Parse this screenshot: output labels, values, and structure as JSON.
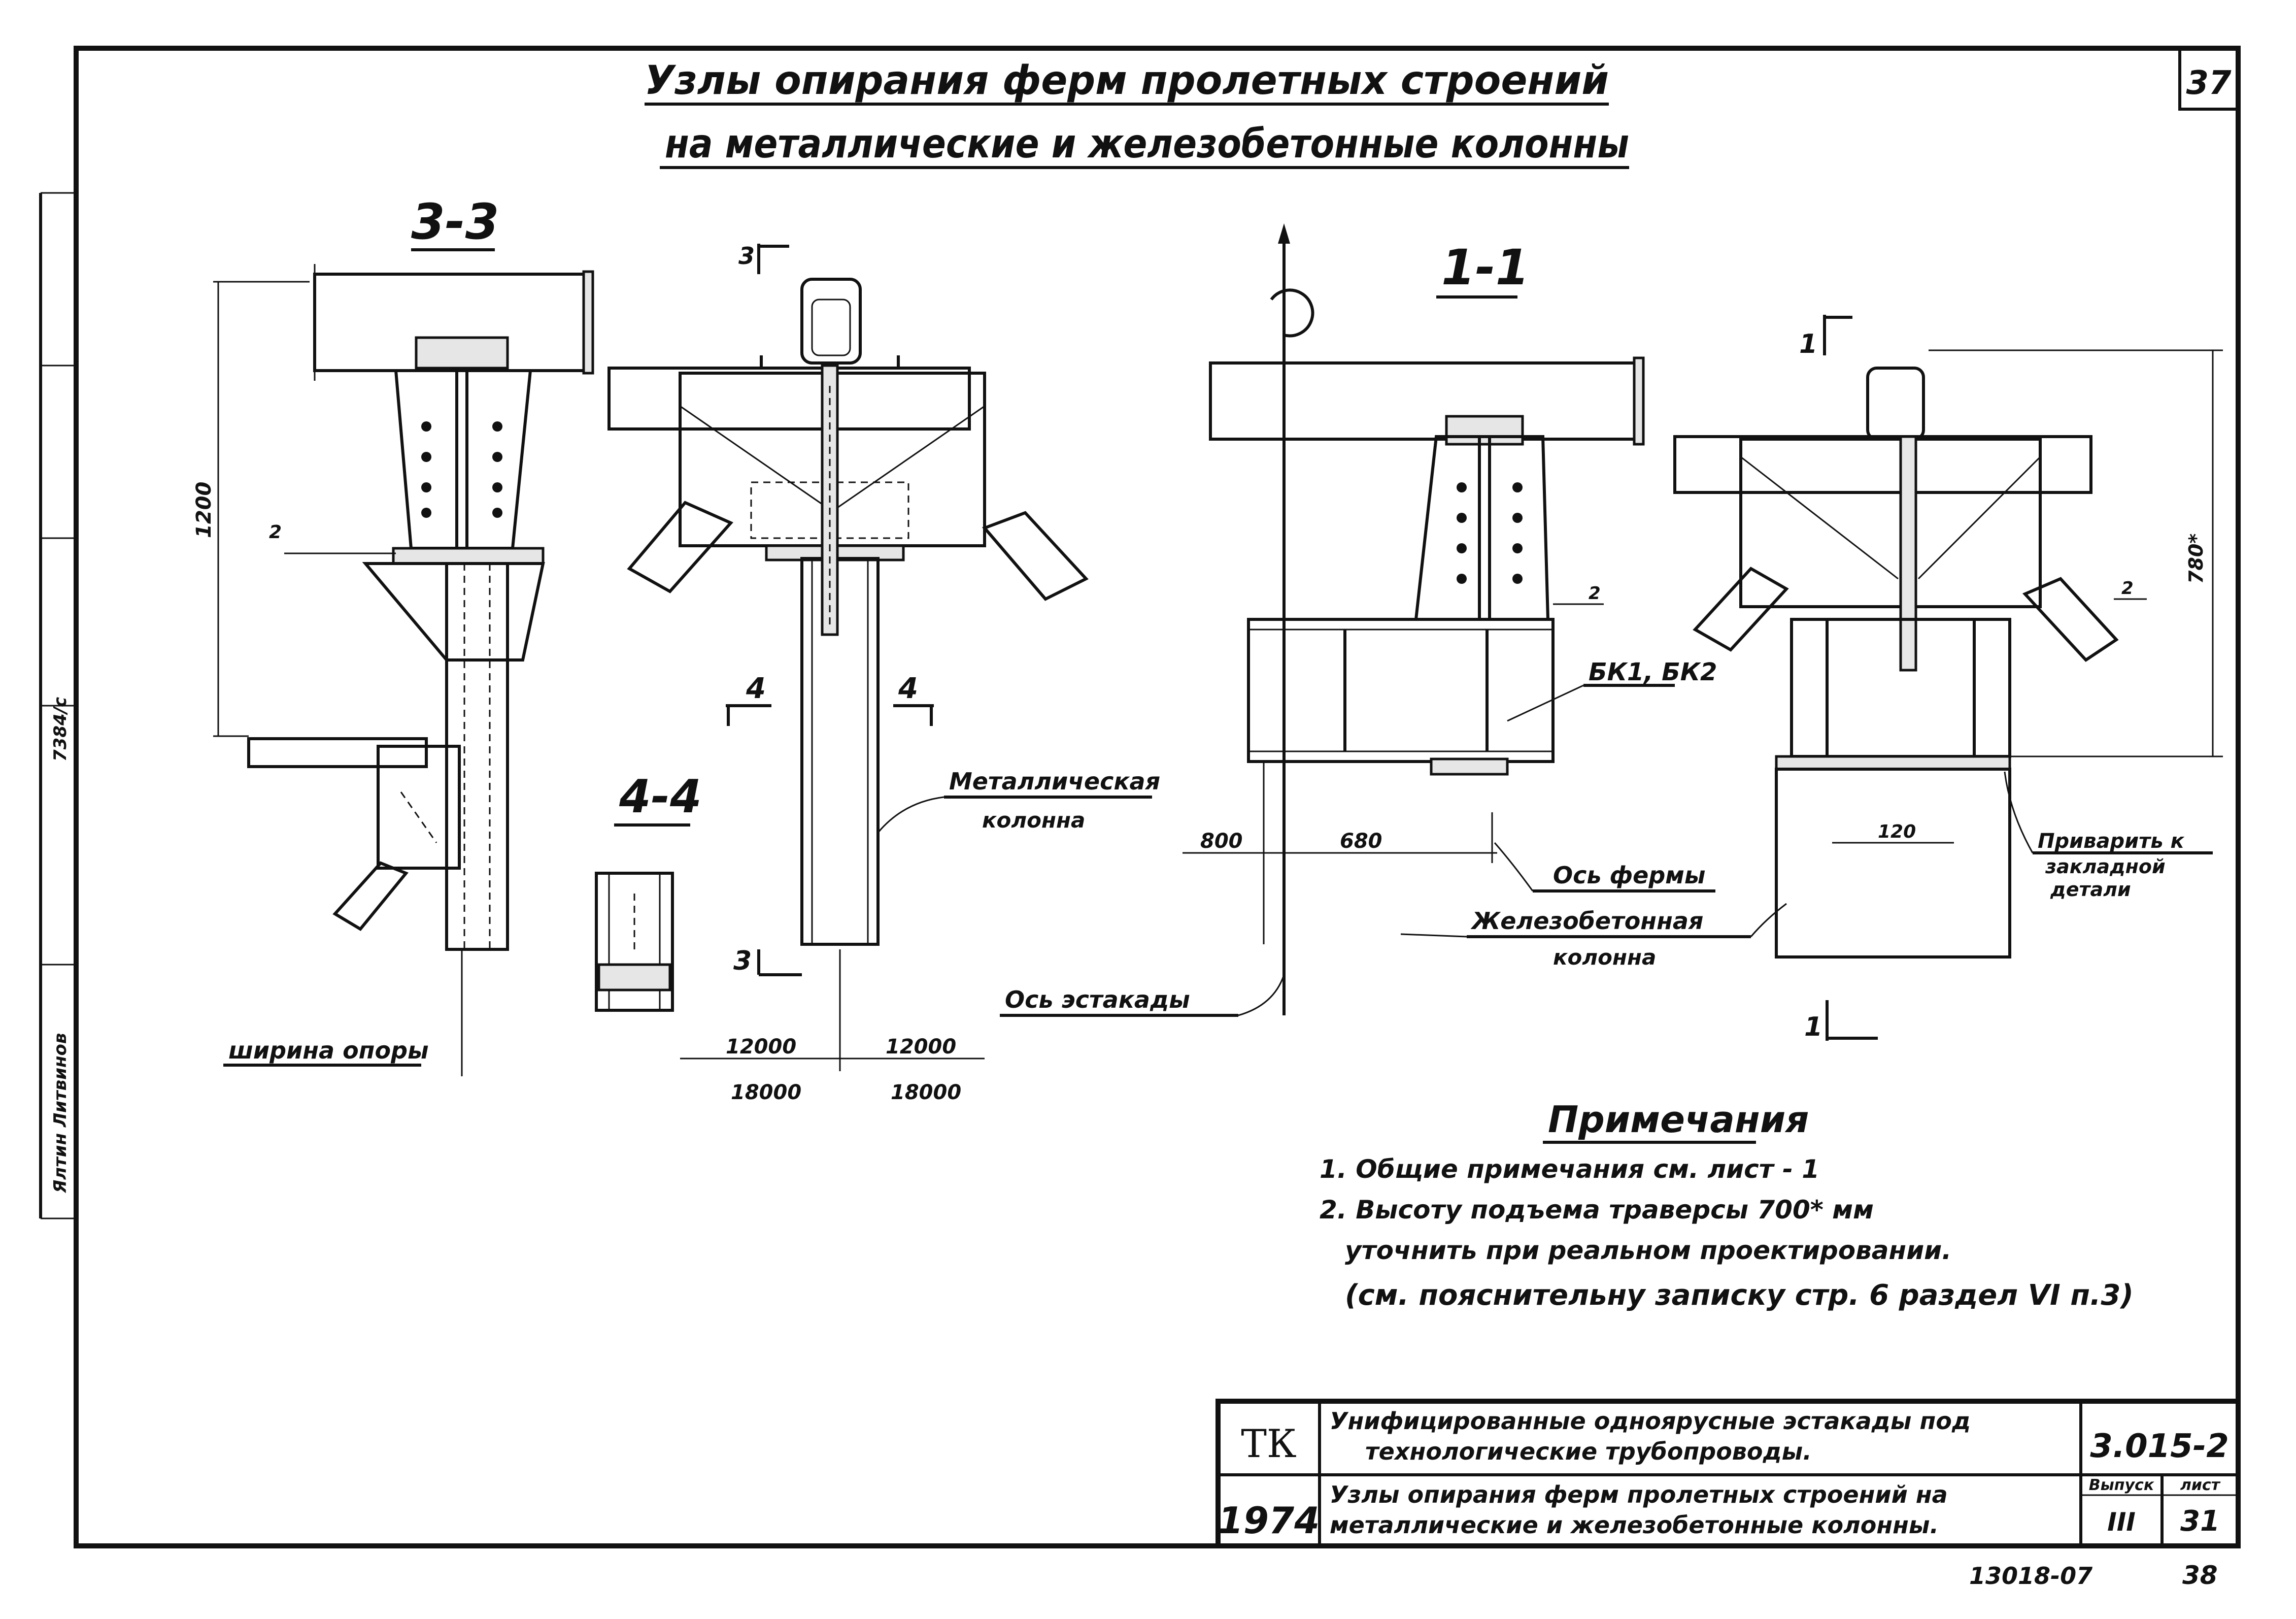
{
  "page_number": "37",
  "title": {
    "line1": "Узлы опирания ферм пролетных строений",
    "line2": "на металлические и железобетонные колонны"
  },
  "sections": {
    "s33": "3-3",
    "s44": "4-4",
    "s11": "1-1",
    "cut3": "3",
    "cut4": "4",
    "cut1": "1"
  },
  "dimensions": {
    "d1200": "1200",
    "d2": "2",
    "d12000a": "12000",
    "d12000b": "12000",
    "d18000a": "18000",
    "d18000b": "18000",
    "d800": "800",
    "d680": "680",
    "d120": "120",
    "d780": "780*"
  },
  "labels": {
    "shirina_opory": "ширина опоры",
    "metal_col_1": "Металлическая",
    "metal_col_2": "колонна",
    "bk": "БК1, БК2",
    "os_fermy": "Ось фермы",
    "zhb_col_1": "Железобетонная",
    "zhb_col_2": "колонна",
    "os_estakady": "Ось эстакады",
    "privarit_1": "Приварить к",
    "privarit_2": "закладной",
    "privarit_3": "детали"
  },
  "notes": {
    "heading": "Примечания",
    "n1": "1. Общие примечания см. лист - 1",
    "n2a": "2. Высоту подъема траверсы 700* мм",
    "n2b": "уточнить при реальном проектировании.",
    "n2c": "(см. пояснительну записку стр. 6 раздел VI п.3)"
  },
  "title_block": {
    "org": "ТК",
    "year": "1974",
    "row1": "Унифицированные одноярусные эстакады под",
    "row1b": "технологические трубопроводы.",
    "row2": "Узлы опирания ферм пролетных строений на",
    "row2b": "металлические и железобетонные колонны.",
    "code": "3.015-2",
    "vypusk_label": "Выпуск",
    "vypusk": "III",
    "list_label": "лист",
    "list": "31"
  },
  "footer": {
    "archive": "13018-07",
    "page": "38"
  },
  "side_stamp": {
    "s1": "7384/с",
    "s2": "Ялтин Литвинов"
  }
}
